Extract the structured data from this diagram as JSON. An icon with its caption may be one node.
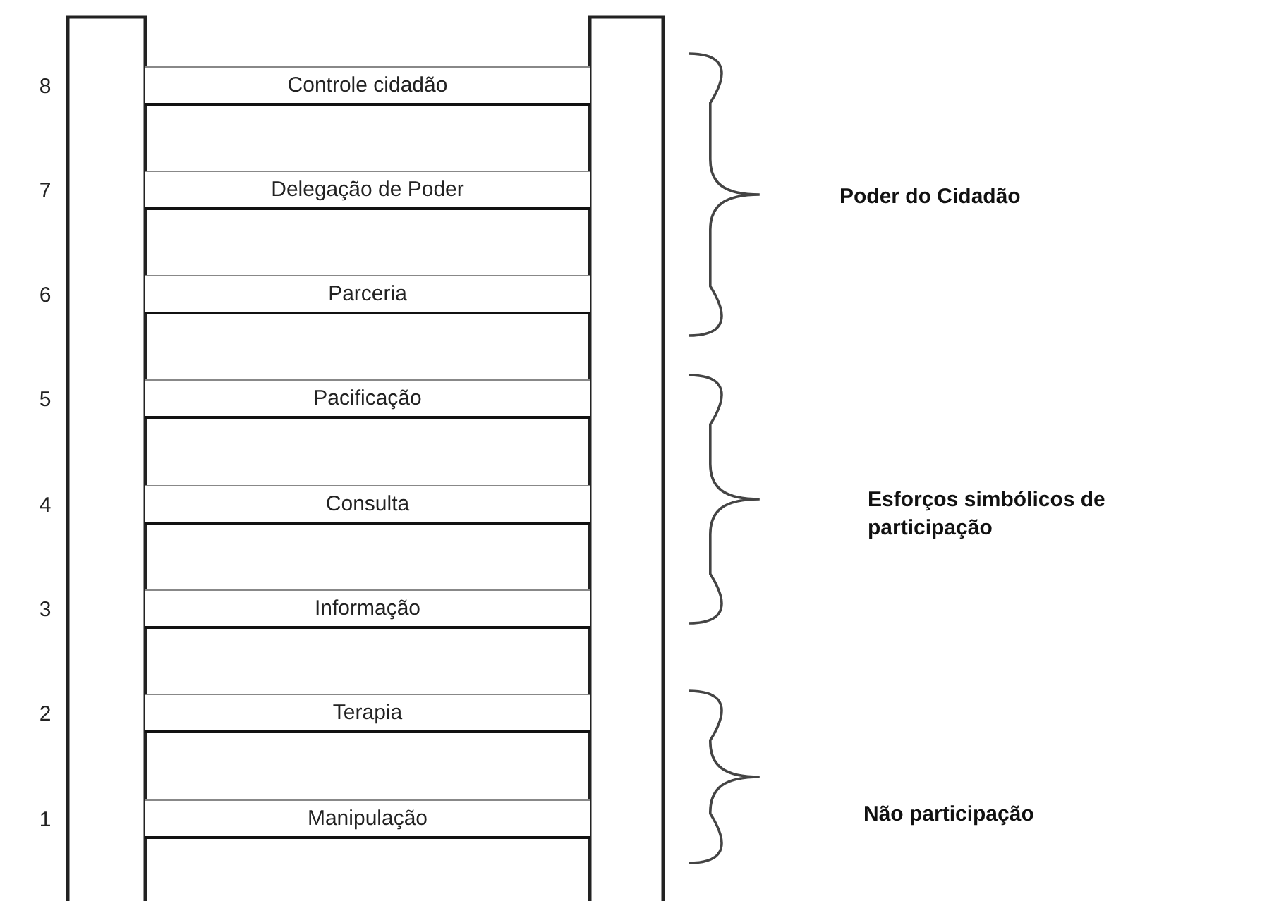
{
  "diagram": {
    "nodes": [
      {
        "text": [
          "Controle cidadão"
        ]
      },
      {
        "text": [
          "Delegação de Poder"
        ]
      },
      {
        "text": [
          "Parceria"
        ]
      },
      {
        "text": [
          "Pacificação"
        ]
      },
      {
        "text": [
          "Consulta"
        ]
      },
      {
        "text": [
          "Informação"
        ]
      },
      {
        "text": [
          "Terapia"
        ]
      },
      {
        "text": [
          "Manipulação"
        ]
      }
    ],
    "edges": [],
    "labels": [
      "8",
      "7",
      "Poder do Cidadão",
      "6",
      "5",
      "4",
      "Esforços simbólicos de participação",
      "3",
      "2",
      "1",
      "Não participação"
    ]
  }
}
